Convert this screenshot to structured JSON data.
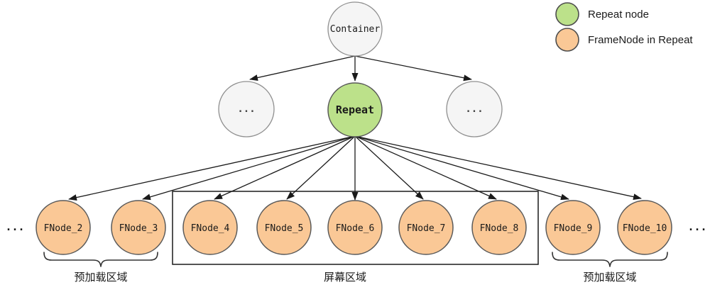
{
  "legend": {
    "items": [
      {
        "label": "Repeat node"
      },
      {
        "label": "FrameNode in Repeat"
      }
    ]
  },
  "nodes": {
    "container": "Container",
    "repeat": "Repeat",
    "ellipsis": "...",
    "fnodes": [
      "FNode_2",
      "FNode_3",
      "FNode_4",
      "FNode_5",
      "FNode_6",
      "FNode_7",
      "FNode_8",
      "FNode_9",
      "FNode_10"
    ]
  },
  "overflow": {
    "left": "...",
    "right": "..."
  },
  "labels": {
    "screen_area": "屏幕区域",
    "preload_left": "预加载区域",
    "preload_right": "预加载区域"
  },
  "colors": {
    "repeat_fill": "#bce18a",
    "fnode_fill": "#fac896",
    "ellipsis_fill": "#f5f5f5",
    "gray_stroke": "#8f8f8f",
    "node_stroke": "#595959",
    "edge": "#1a1a1a"
  }
}
